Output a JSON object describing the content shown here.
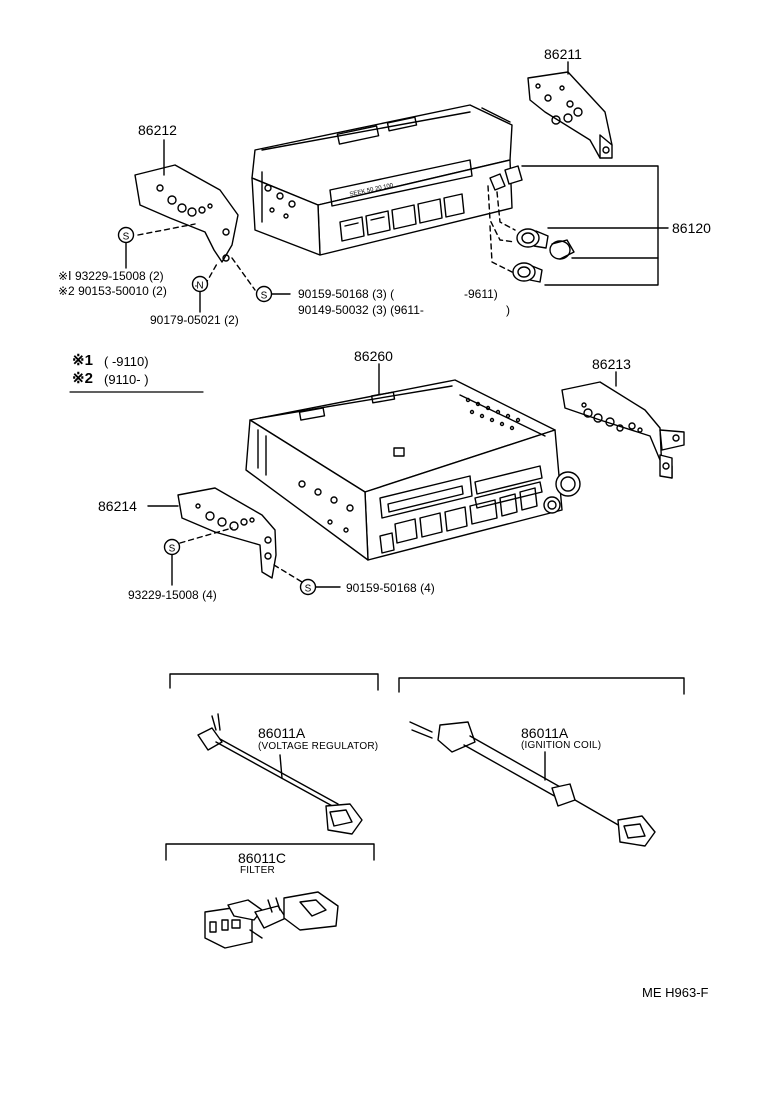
{
  "parts": {
    "p86211": "86211",
    "p86212": "86212",
    "p86120": "86120",
    "p86260": "86260",
    "p86213": "86213",
    "p86214": "86214",
    "p86011a_vr": "86011A",
    "vr_desc": "(VOLTAGE REGULATOR)",
    "p86011a_ic": "86011A",
    "ic_desc": "(IGNITION COIL)",
    "p86011c": "86011C",
    "filter_desc": "FILTER"
  },
  "fasteners": {
    "f1_mark": "※Ⅰ",
    "f1": "93229-15008 (2)",
    "f2_mark": "※2",
    "f2": "90153-50010 (2)",
    "f3": "90179-05021 (2)",
    "f4": "90159-50168 (3) (",
    "f4_range": "-9611)",
    "f5": "90149-50032 (3) (9611-",
    "f5_range": ")",
    "f6": "93229-15008 (4)",
    "f7": "90159-50168 (4)"
  },
  "symbols": {
    "s": "S",
    "n": "N"
  },
  "notes": {
    "n1_mark": "※1",
    "n1_range": "(        -9110)",
    "n2_mark": "※2",
    "n2_range": "(9110-        )"
  },
  "footer": {
    "code": "ME  H963-F"
  }
}
